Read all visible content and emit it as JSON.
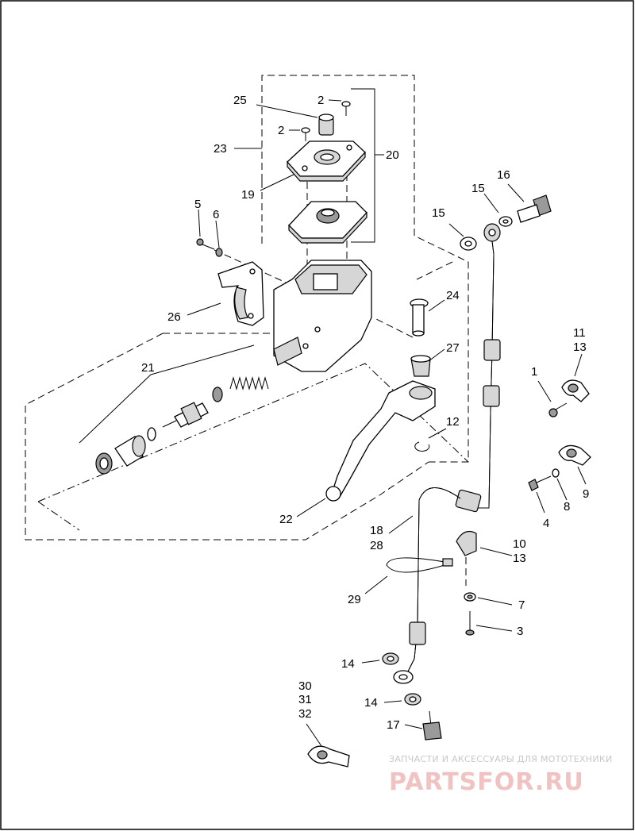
{
  "diagram": {
    "labels": {
      "l1": "1",
      "l2a": "2",
      "l2b": "2",
      "l3": "3",
      "l4": "4",
      "l5": "5",
      "l6": "6",
      "l7": "7",
      "l8": "8",
      "l9": "9",
      "l10": "10",
      "l11": "11",
      "l12": "12",
      "l13a": "13",
      "l13b": "13",
      "l14a": "14",
      "l14b": "14",
      "l15a": "15",
      "l15b": "15",
      "l16": "16",
      "l17": "17",
      "l18": "18",
      "l19": "19",
      "l20": "20",
      "l21": "21",
      "l22": "22",
      "l23": "23",
      "l24": "24",
      "l25": "25",
      "l26": "26",
      "l27": "27",
      "l28": "28",
      "l29": "29",
      "l30": "30",
      "l31": "31",
      "l32": "32"
    }
  },
  "watermark": {
    "tagline": "ЗАПЧАСТИ И АКСЕССУАРЫ ДЛЯ МОТОТЕХНИКИ",
    "logo": "PARTSFOR.RU",
    "logo_color": "#f2c2c2"
  }
}
